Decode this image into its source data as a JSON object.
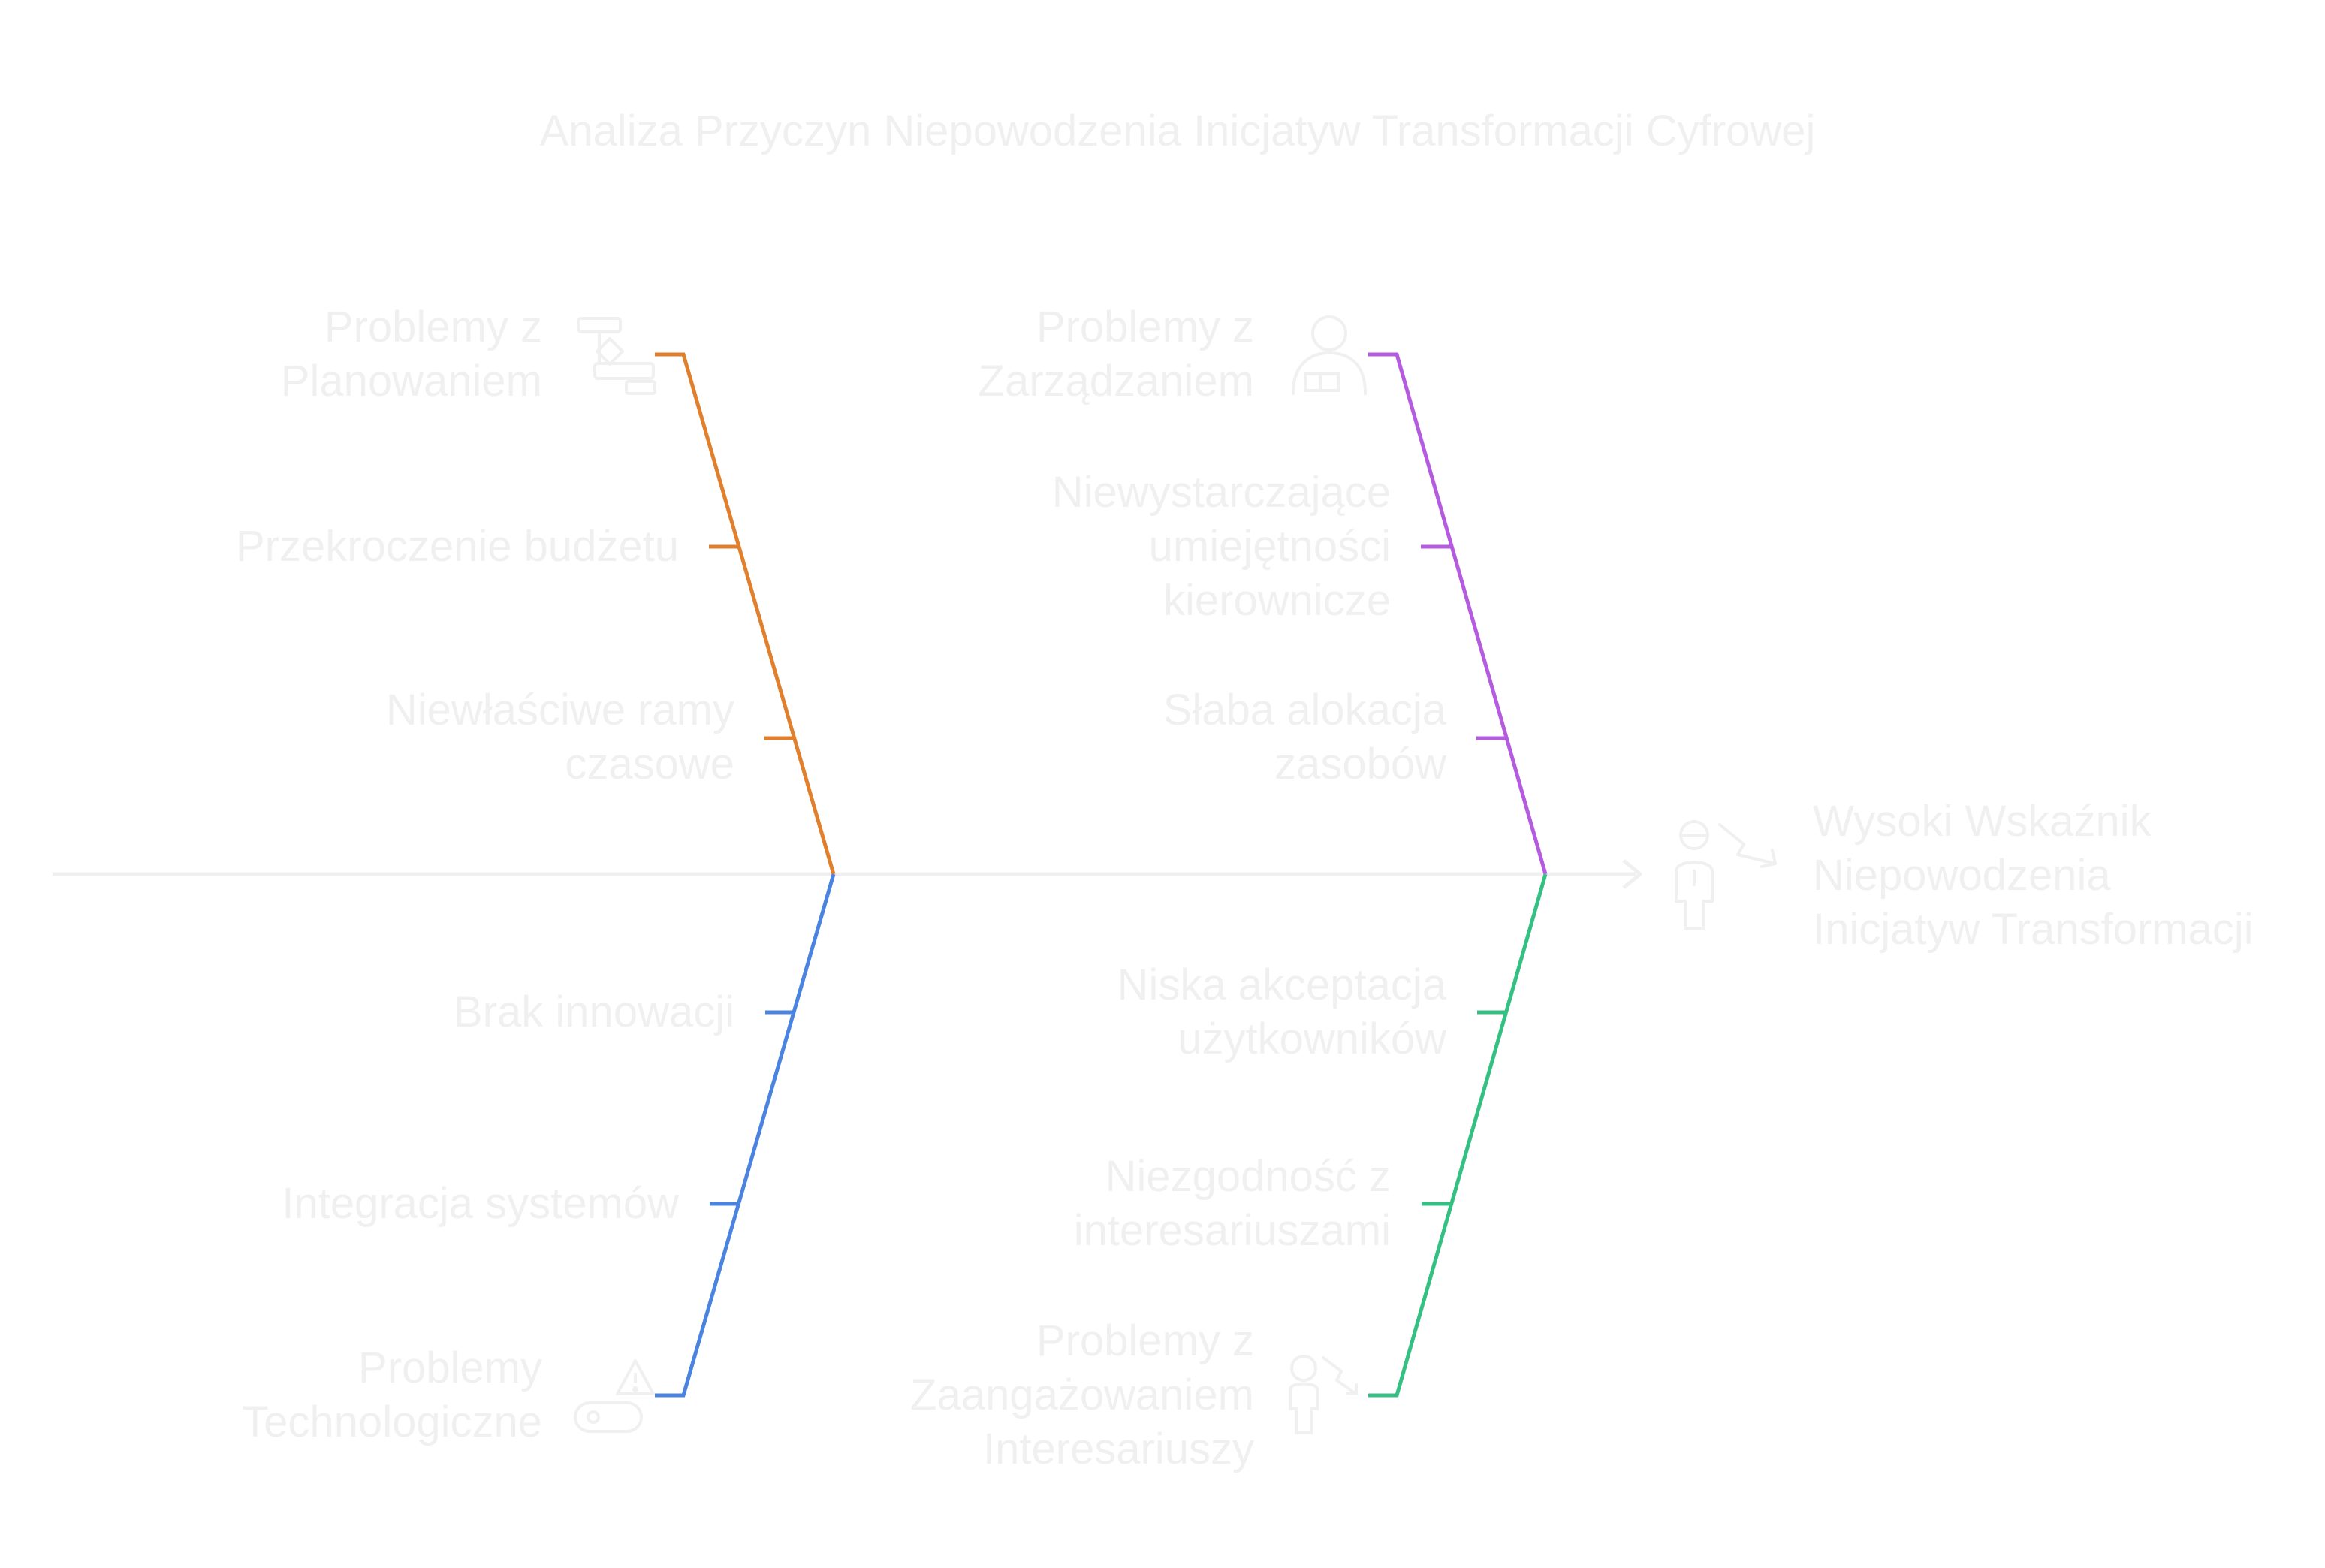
{
  "title": "Analiza Przyczyn Niepowodzenia Inicjatyw Transformacji Cyfrowej",
  "effect": "Wysoki Wskaźnik\nNiepowodzenia\nInicjatyw Transformacji",
  "categories": {
    "planning": {
      "label": "Problemy z\nPlanowaniem",
      "color": "#e07f2c",
      "icon": "planning-icon",
      "causes": [
        "Przekroczenie budżetu",
        "Niewłaściwe ramy\nczasowe"
      ]
    },
    "management": {
      "label": "Problemy z\nZarządzaniem",
      "color": "#b45be0",
      "icon": "manager-icon",
      "causes": [
        "Niewystarczające\numiejętności\nkierownicze",
        "Słaba alokacja\nzasobów"
      ]
    },
    "technology": {
      "label": "Problemy\nTechnologiczne",
      "color": "#4a83e0",
      "icon": "warning-device-icon",
      "causes": [
        "Brak innowacji",
        "Integracja systemów"
      ]
    },
    "stakeholders": {
      "label": "Problemy z\nZaangażowaniem\nInteresariuszy",
      "color": "#35c083",
      "icon": "disengaged-person-icon",
      "causes": [
        "Niska akceptacja\nużytkowników",
        "Niezgodność z\ninteresariuszami"
      ]
    }
  },
  "colors": {
    "spine": "#f0f0f0",
    "text": "#f0f0f0"
  },
  "effect_icon": "declining-person-icon"
}
